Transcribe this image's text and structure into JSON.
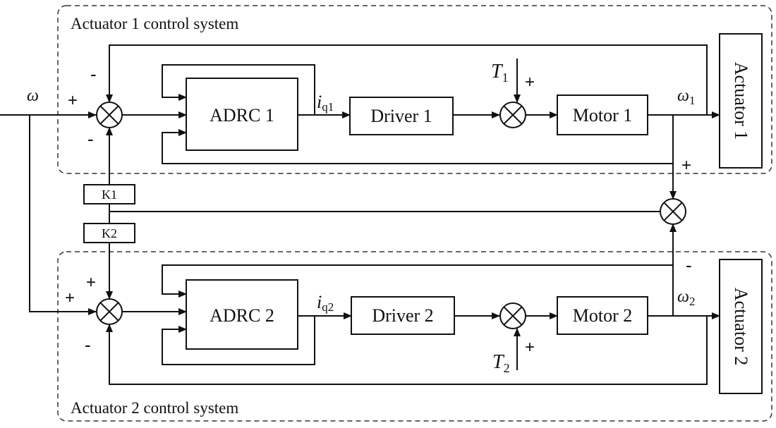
{
  "groups": {
    "g1_label": "Actuator 1 control system",
    "g2_label": "Actuator 2 control system"
  },
  "blocks": {
    "adrc1": "ADRC 1",
    "adrc2": "ADRC 2",
    "driver1": "Driver 1",
    "driver2": "Driver 2",
    "motor1": "Motor 1",
    "motor2": "Motor 2",
    "actuator1": "Actuator 1",
    "actuator2": "Actuator 2",
    "k1": "K1",
    "k2": "K2"
  },
  "signals": {
    "omega": "ω",
    "omega1": "ω",
    "omega1_sub": "1",
    "omega2": "ω",
    "omega2_sub": "2",
    "iq1": "i",
    "iq1_sub": "q1",
    "iq2": "i",
    "iq2_sub": "q2",
    "t1": "T",
    "t1_sub": "1",
    "t2": "T",
    "t2_sub": "2"
  },
  "signs": {
    "plus": "+",
    "minus": "-"
  }
}
